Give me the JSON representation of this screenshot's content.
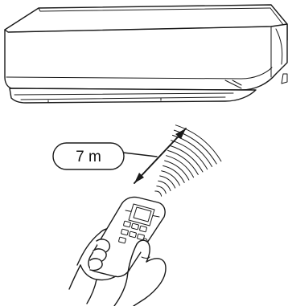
{
  "distance_label": "7 m",
  "icons": {
    "unit": "air-conditioner-indoor-unit",
    "remote": "remote-control",
    "signal": "signal-waves-icon",
    "range": "double-arrow-icon"
  },
  "colors": {
    "line": "#1a1a1a",
    "background": "#ffffff"
  }
}
